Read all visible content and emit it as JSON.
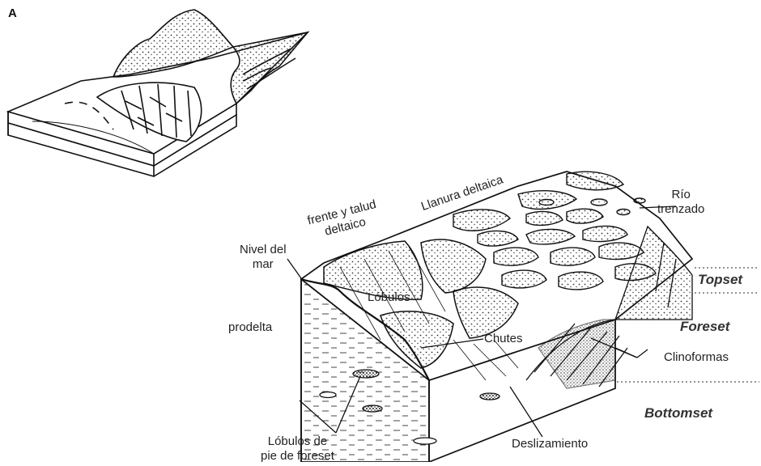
{
  "panel_label": "A",
  "labels": {
    "llanura": "Llanura deltaica",
    "frente_line1": "frente y talud",
    "frente_line2": "deltaico",
    "rio_line1": "Río",
    "rio_line2": "trenzado",
    "nivel_line1": "Nivel del",
    "nivel_line2": "mar",
    "prodelta": "prodelta",
    "lobulos": "Lóbulos",
    "chutes": "Chutes",
    "clinoformas": "Clinoformas",
    "lobulos_pie_line1": "Lóbulos de",
    "lobulos_pie_line2": "pie de foreset",
    "deslizamiento": "Deslizamiento",
    "topset": "Topset",
    "foreset": "Foreset",
    "bottomset": "Bottomset"
  },
  "colors": {
    "ink": "#111111",
    "stipple": "#333333",
    "background": "#ffffff"
  }
}
